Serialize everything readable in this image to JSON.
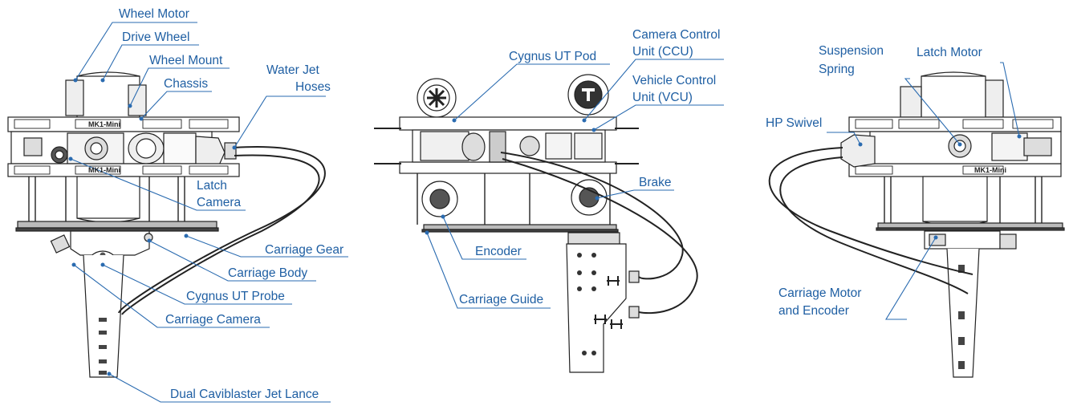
{
  "colors": {
    "label": "#1f5fa3",
    "leader": "#2a6bb0",
    "line_art": "#222222"
  },
  "left_view": {
    "wheel_motor": "Wheel Motor",
    "drive_wheel": "Drive Wheel",
    "wheel_mount": "Wheel Mount",
    "chassis": "Chassis",
    "water_jet_hoses_1": "Water Jet",
    "water_jet_hoses_2": "Hoses",
    "latch_camera_1": "Latch",
    "latch_camera_2": "Camera",
    "carriage_gear": "Carriage Gear",
    "carriage_body": "Carriage Body",
    "cygnus_ut_probe": "Cygnus UT Probe",
    "carriage_camera": "Carriage Camera",
    "jet_lance": "Dual Caviblaster Jet Lance",
    "chassis_text": "MK1-Mini"
  },
  "center_view": {
    "cygnus_ut_pod": "Cygnus UT Pod",
    "ccu_1": "Camera Control",
    "ccu_2": "Unit (CCU)",
    "vcu_1": "Vehicle Control",
    "vcu_2": "Unit (VCU)",
    "brake": "Brake",
    "encoder": "Encoder",
    "carriage_guide": "Carriage Guide"
  },
  "right_view": {
    "suspension_spring_1": "Suspension",
    "suspension_spring_2": "Spring",
    "latch_motor": "Latch Motor",
    "hp_swivel": "HP Swivel",
    "carriage_motor_1": "Carriage Motor",
    "carriage_motor_2": "and Encoder"
  }
}
